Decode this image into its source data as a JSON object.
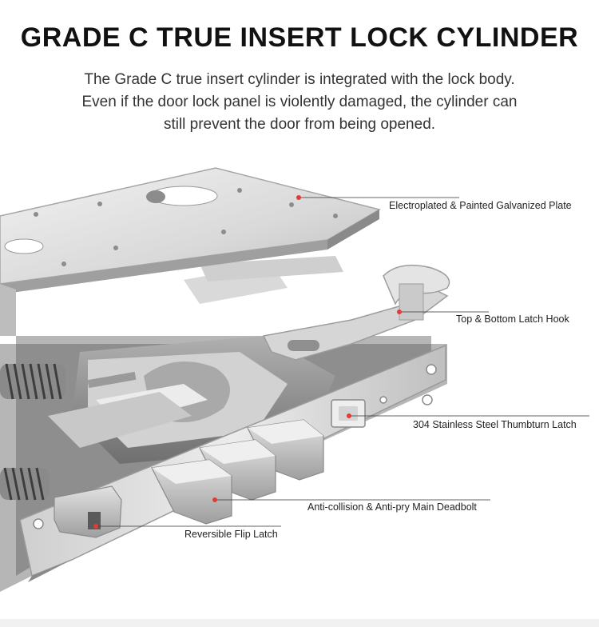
{
  "header": {
    "title": "GRADE C TRUE INSERT LOCK CYLINDER",
    "subtitle_lines": [
      "The Grade C true insert cylinder is integrated with the lock body.",
      "Even if the door lock panel is violently damaged, the cylinder can",
      "still prevent the door from being opened."
    ]
  },
  "callouts": [
    {
      "label": "Electroplated & Painted Galvanized Plate"
    },
    {
      "label": "Top & Bottom Latch Hook"
    },
    {
      "label": "304 Stainless Steel Thumbturn Latch"
    },
    {
      "label": "Anti-collision & Anti-pry Main Deadbolt"
    },
    {
      "label": "Reversible Flip Latch"
    }
  ],
  "colors": {
    "marker": "#e53935",
    "leader_line": "#333333",
    "steel_light": "#e6e6e6",
    "steel_mid": "#c4c4c4",
    "steel_dark": "#8d8d8d"
  }
}
